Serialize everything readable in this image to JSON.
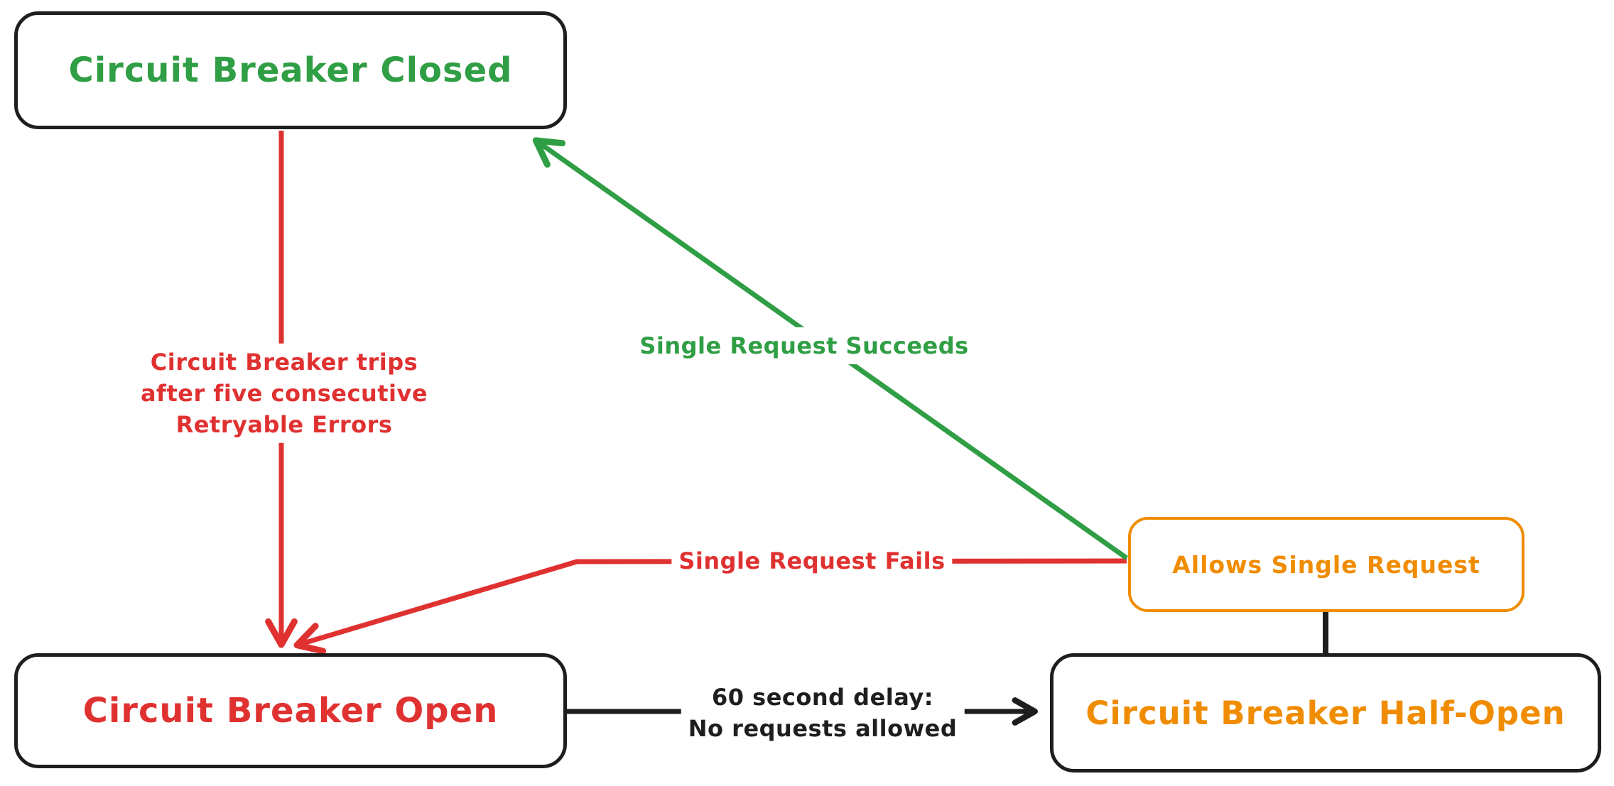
{
  "colors": {
    "green": "#2f9e44",
    "red": "#e03131",
    "orange": "#f08c00",
    "ink": "#1e1e1e",
    "bg": "#ffffff"
  },
  "nodes": {
    "closed": {
      "label": "Circuit Breaker Closed"
    },
    "open": {
      "label": "Circuit Breaker Open"
    },
    "half_open": {
      "label": "Circuit Breaker Half-Open"
    },
    "allows": {
      "label": "Allows Single Request"
    }
  },
  "edges": {
    "trips": {
      "from": "closed",
      "to": "open",
      "lines": [
        "Circuit Breaker trips",
        "after five consecutive",
        "Retryable Errors"
      ]
    },
    "succeeds": {
      "from": "allows",
      "to": "closed",
      "label": "Single Request Succeeds"
    },
    "fails": {
      "from": "allows",
      "to": "open",
      "label": "Single Request Fails"
    },
    "delay": {
      "from": "open",
      "to": "half_open",
      "lines": [
        "60 second delay:",
        "No requests allowed"
      ]
    },
    "connector": {
      "from": "half_open",
      "to": "allows"
    }
  }
}
